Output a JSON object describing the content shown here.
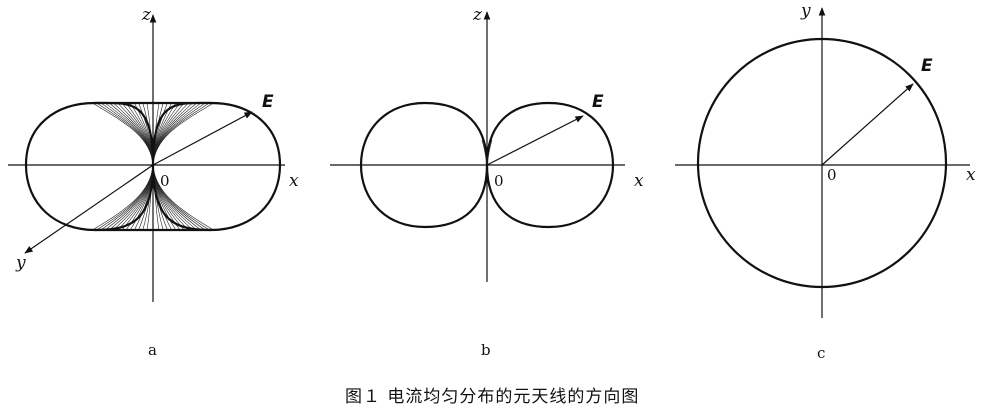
{
  "panel_a": {
    "axis_z": "z",
    "axis_x": "x",
    "axis_y": "y",
    "origin": "0",
    "field": "E",
    "label": "a"
  },
  "panel_b": {
    "axis_z": "z",
    "axis_x": "x",
    "origin": "0",
    "field": "E",
    "label": "b"
  },
  "panel_c": {
    "axis_y": "y",
    "axis_x": "x",
    "origin": "0",
    "field": "E",
    "label": "c"
  },
  "caption": "图１  电流均匀分布的元天线的方向图"
}
